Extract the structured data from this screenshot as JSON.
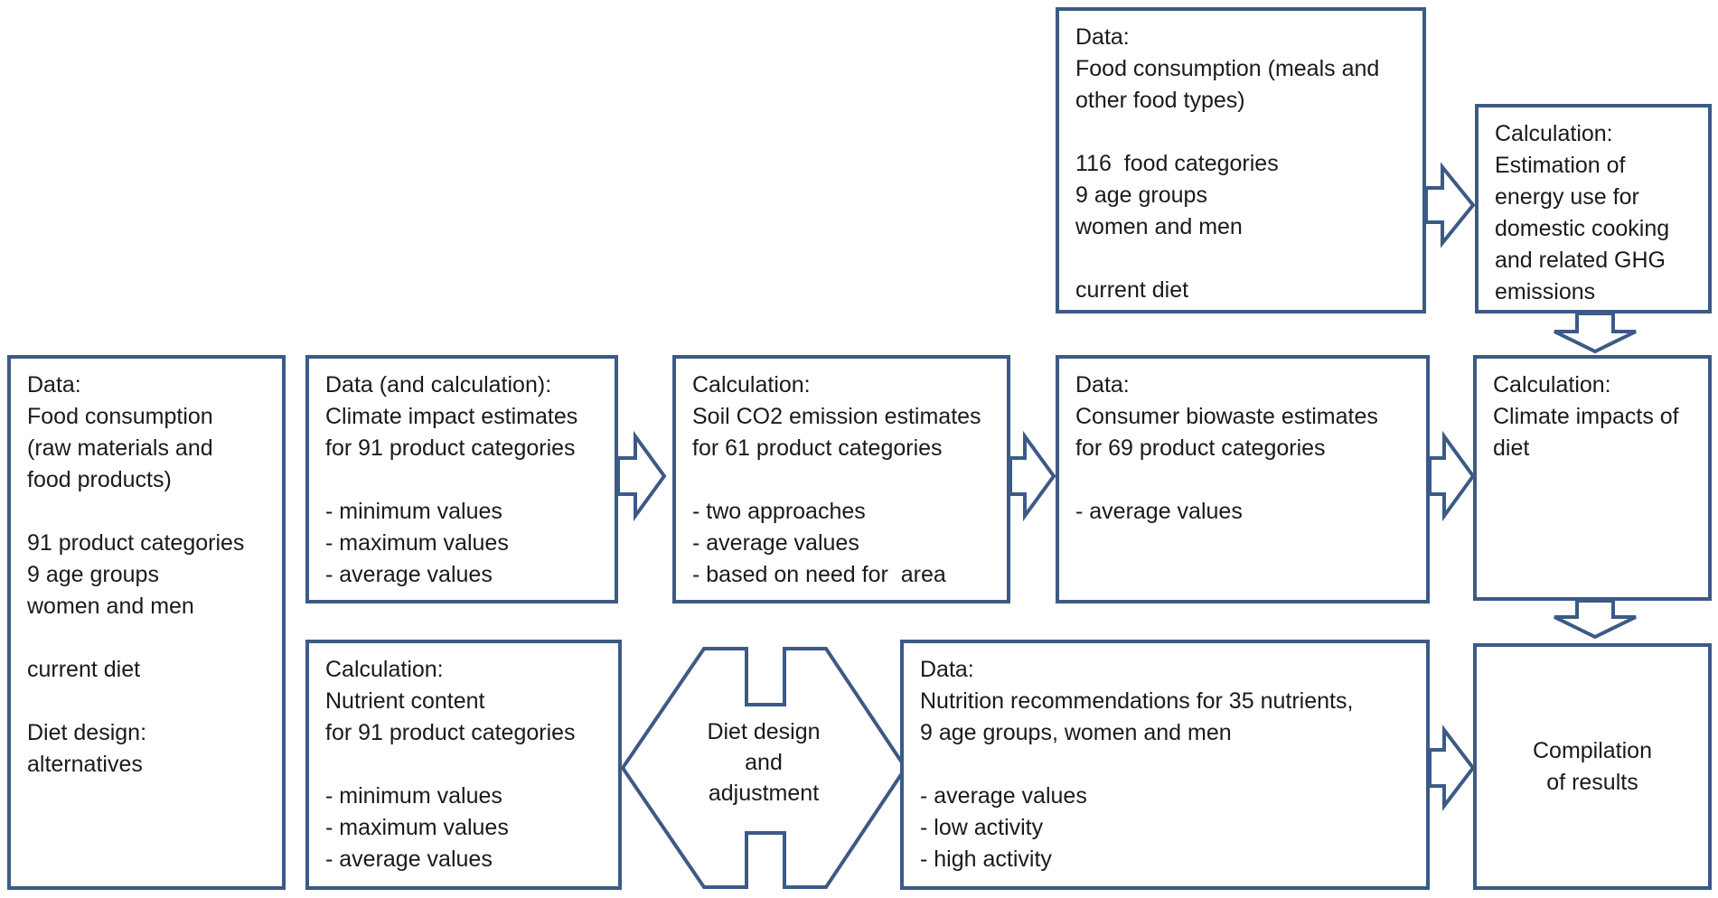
{
  "colors": {
    "border": "#3c5a86",
    "text": "#1a1a1a"
  },
  "boxes": {
    "top_data": [
      "Data:",
      "Food consumption (meals and",
      "other food types)",
      "",
      "116  food categories",
      "9 age groups",
      "women and men",
      "",
      "current diet"
    ],
    "cooking_calc": [
      "Calculation:",
      "Estimation of",
      "energy use for",
      "domestic cooking",
      "and related GHG",
      "emissions"
    ],
    "left_data": [
      "Data:",
      "Food consumption",
      "(raw materials and",
      "food products)",
      "",
      "91 product categories",
      "9 age groups",
      "women and men",
      "",
      "current diet",
      "",
      "Diet design:",
      "alternatives"
    ],
    "climate_data": [
      "Data (and calculation):",
      "Climate impact estimates",
      "for 91 product categories",
      "",
      "- minimum values",
      "- maximum values",
      "- average values"
    ],
    "soil_calc": [
      "Calculation:",
      "Soil CO2 emission estimates",
      "for 61 product categories",
      "",
      "- two approaches",
      "- average values",
      "- based on need for  area"
    ],
    "biowaste_data": [
      "Data:",
      "Consumer biowaste estimates",
      "for 69 product categories",
      "",
      "- average values"
    ],
    "climate_calc": [
      "Calculation:",
      "Climate impacts of",
      "diet"
    ],
    "nutrient_calc": [
      "Calculation:",
      "Nutrient content",
      "for 91 product categories",
      "",
      "- minimum values",
      "- maximum values",
      "- average values"
    ],
    "nutrition_data": [
      "Data:",
      "Nutrition recommendations for 35 nutrients,",
      "9 age groups, women and men",
      "",
      "- average values",
      "- low activity",
      "- high activity"
    ],
    "compilation": [
      "Compilation",
      "of results"
    ]
  },
  "diamond": [
    "Diet design",
    "and",
    "adjustment"
  ]
}
